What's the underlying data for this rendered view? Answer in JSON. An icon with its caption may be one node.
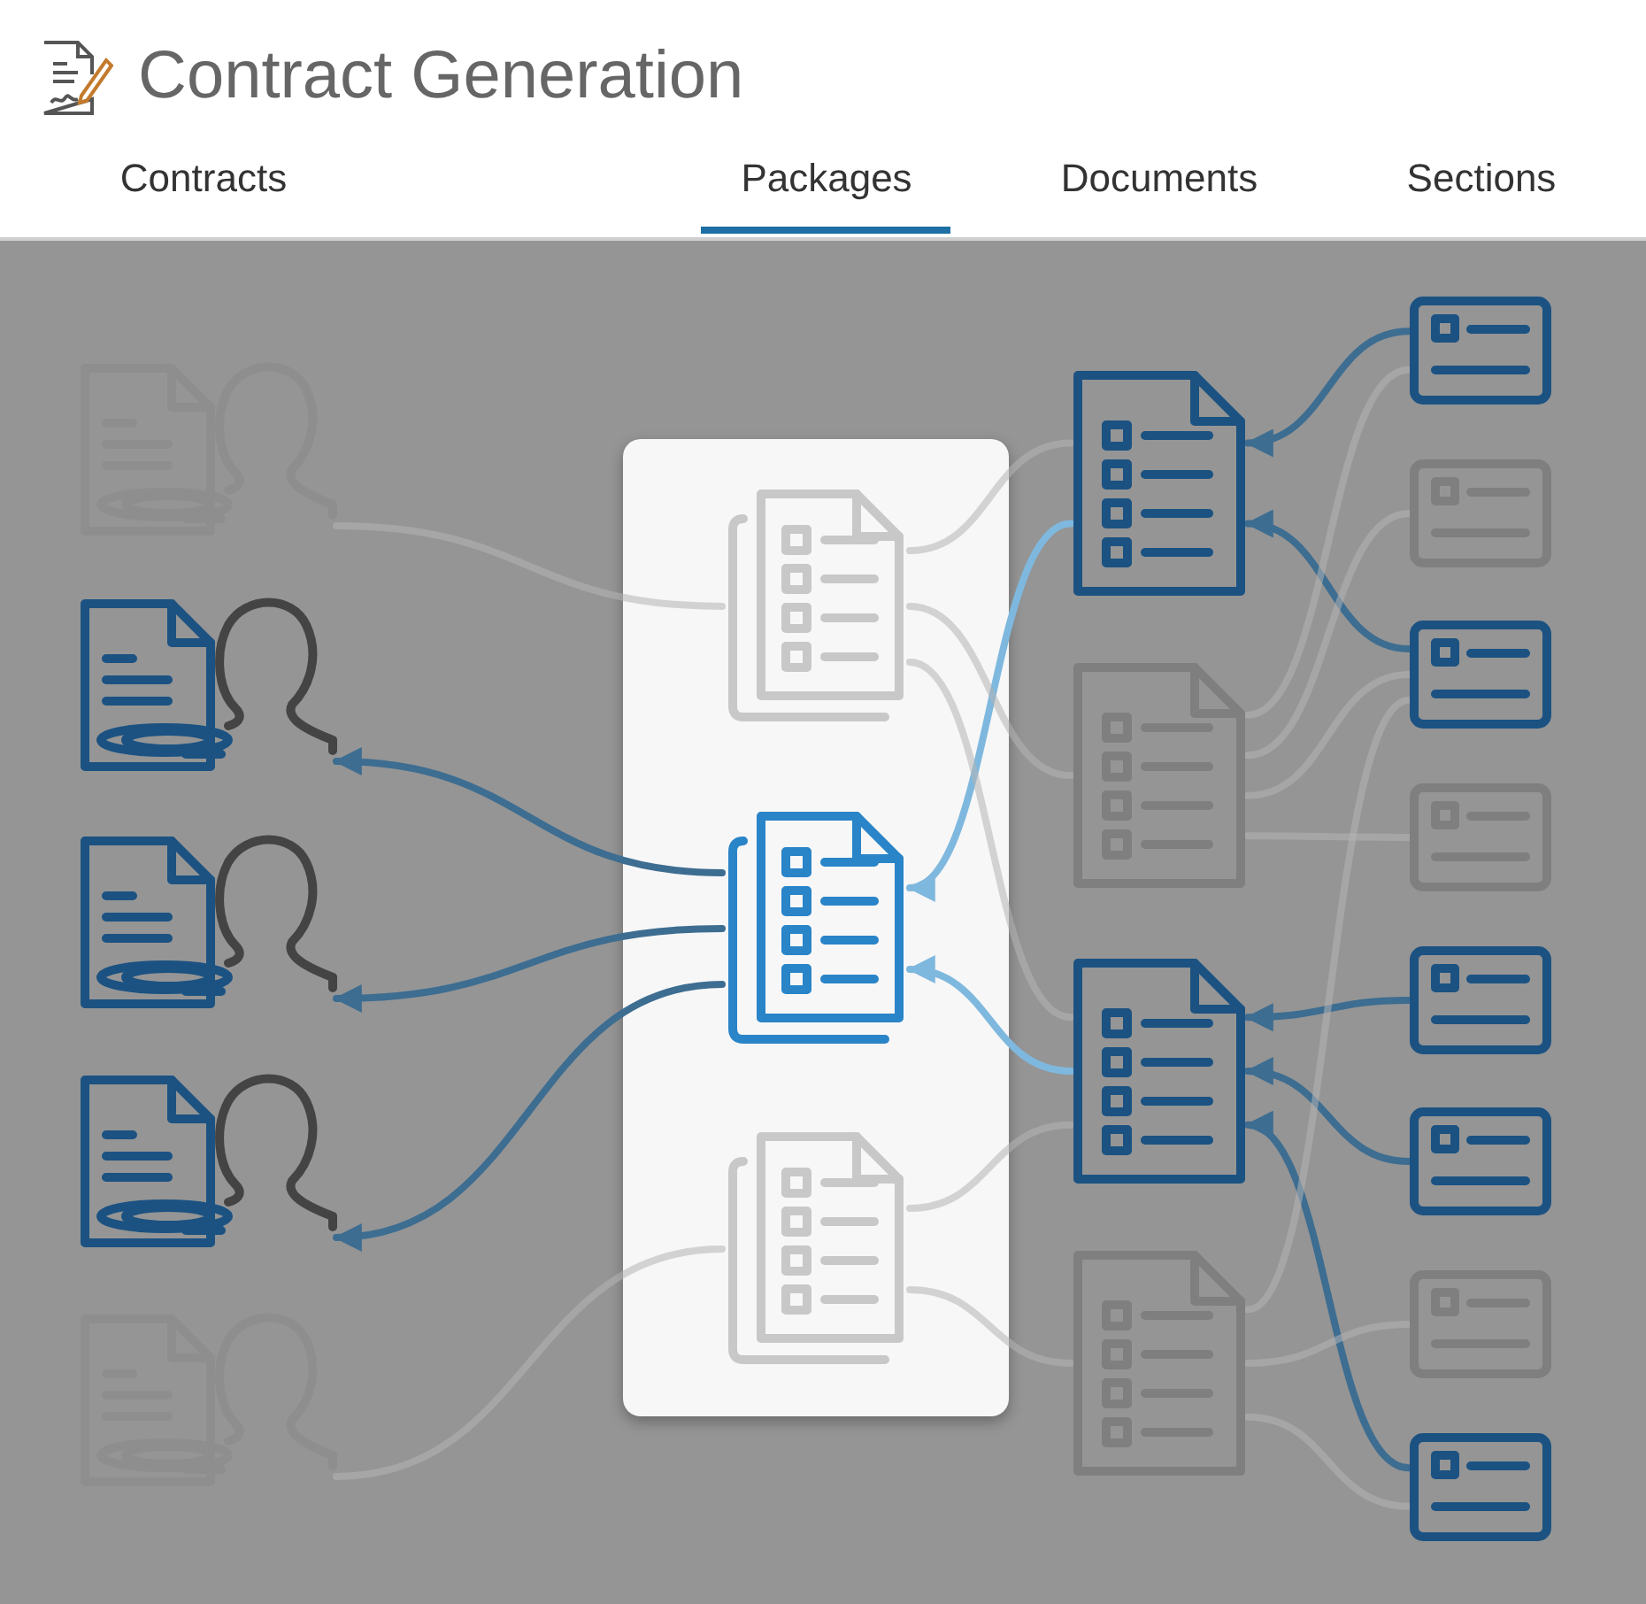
{
  "diagram": {
    "title": "Contract Generation",
    "nodes": [
      {
        "text": [],
        "shape": "picture"
      },
      {
        "text": [],
        "shape": "picture"
      },
      {
        "text": [],
        "shape": "picture"
      },
      {
        "text": [],
        "shape": "picture"
      },
      {
        "text": [],
        "shape": "picture"
      },
      {
        "text": [],
        "shape": "picture"
      },
      {
        "text": [],
        "shape": "picture"
      },
      {
        "text": [],
        "shape": "picture"
      },
      {
        "text": [],
        "shape": "picture"
      },
      {
        "text": [],
        "shape": "picture"
      },
      {
        "text": [],
        "shape": "picture"
      },
      {
        "text": [],
        "shape": "picture"
      },
      {
        "text": [],
        "shape": "picture"
      },
      {
        "text": [],
        "shape": "picture"
      },
      {
        "text": [],
        "shape": "picture"
      },
      {
        "text": [],
        "shape": "picture"
      },
      {
        "text": [],
        "shape": "picture"
      },
      {
        "text": [],
        "shape": "picture"
      },
      {
        "text": [],
        "shape": "picture"
      },
      {
        "text": [],
        "shape": "picture"
      }
    ],
    "edges": [
      {
        "from": 0,
        "to": 5,
        "arrow": "none"
      },
      {
        "from": 4,
        "to": 7,
        "arrow": "none"
      },
      {
        "from": 6,
        "to": 1,
        "arrow": "to",
        "color": "#3d6d91"
      },
      {
        "from": 6,
        "to": 2,
        "arrow": "to",
        "color": "#3d6d91"
      },
      {
        "from": 6,
        "to": 3,
        "arrow": "to",
        "color": "#3d6d91"
      },
      {
        "from": 8,
        "to": 6,
        "arrow": "to",
        "color": "#7fb8de"
      },
      {
        "from": 10,
        "to": 6,
        "arrow": "to",
        "color": "#7fb8de"
      },
      {
        "from": 5,
        "to": 8,
        "arrow": "none"
      },
      {
        "from": 5,
        "to": 9,
        "arrow": "none"
      },
      {
        "from": 5,
        "to": 10,
        "arrow": "none"
      },
      {
        "from": 7,
        "to": 10,
        "arrow": "none"
      },
      {
        "from": 7,
        "to": 11,
        "arrow": "none"
      },
      {
        "from": 12,
        "to": 8,
        "arrow": "to",
        "color": "#3d6d91"
      },
      {
        "from": 14,
        "to": 8,
        "arrow": "to",
        "color": "#3d6d91"
      },
      {
        "from": 9,
        "to": 12,
        "arrow": "none"
      },
      {
        "from": 9,
        "to": 13,
        "arrow": "none"
      },
      {
        "from": 9,
        "to": 14,
        "arrow": "none"
      },
      {
        "from": 9,
        "to": 15,
        "arrow": "none"
      },
      {
        "from": 16,
        "to": 10,
        "arrow": "to",
        "color": "#3d6d91"
      },
      {
        "from": 17,
        "to": 10,
        "arrow": "to",
        "color": "#3d6d91"
      },
      {
        "from": 19,
        "to": 10,
        "arrow": "to",
        "color": "#3d6d91"
      },
      {
        "from": 11,
        "to": 14,
        "arrow": "none"
      },
      {
        "from": 11,
        "to": 18,
        "arrow": "none"
      },
      {
        "from": 11,
        "to": 19,
        "arrow": "none"
      }
    ],
    "labels": [
      "Contracts",
      "Packages",
      "Documents",
      "Sections"
    ]
  }
}
